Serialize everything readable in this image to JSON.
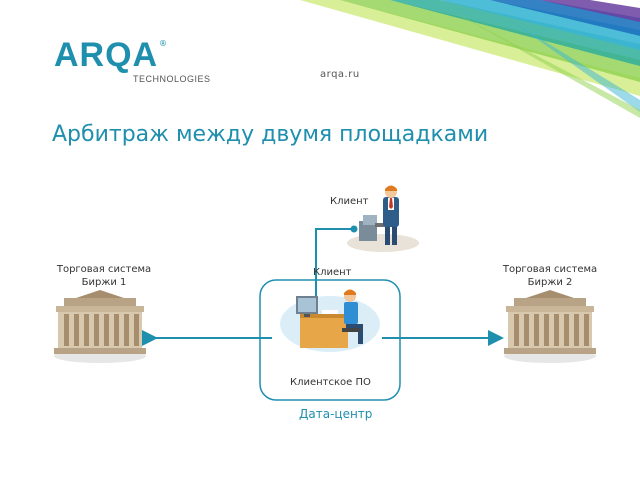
{
  "header": {
    "logo_text": "ARQA",
    "logo_subtitle": "TECHNOLOGIES",
    "logo_mark": "®",
    "site": "arqa.ru"
  },
  "slide": {
    "title": "Арбитраж между двумя площадками"
  },
  "diagram": {
    "client_label": "Клиент",
    "inner_client_label": "Клиент",
    "software_label": "Клиентское ПО",
    "datacenter_label": "Дата-центр",
    "exchange_left": {
      "line1": "Торговая система",
      "line2": "Биржи 1"
    },
    "exchange_right": {
      "line1": "Торговая система",
      "line2": "Биржи 2"
    }
  },
  "colors": {
    "accent": "#1f8fae",
    "stripe_colors": [
      "#8fd14f",
      "#3bb6d4",
      "#1e73be",
      "#6a3fa0",
      "#2fae9a",
      "#c7e86b"
    ],
    "building": "#b9a386"
  }
}
